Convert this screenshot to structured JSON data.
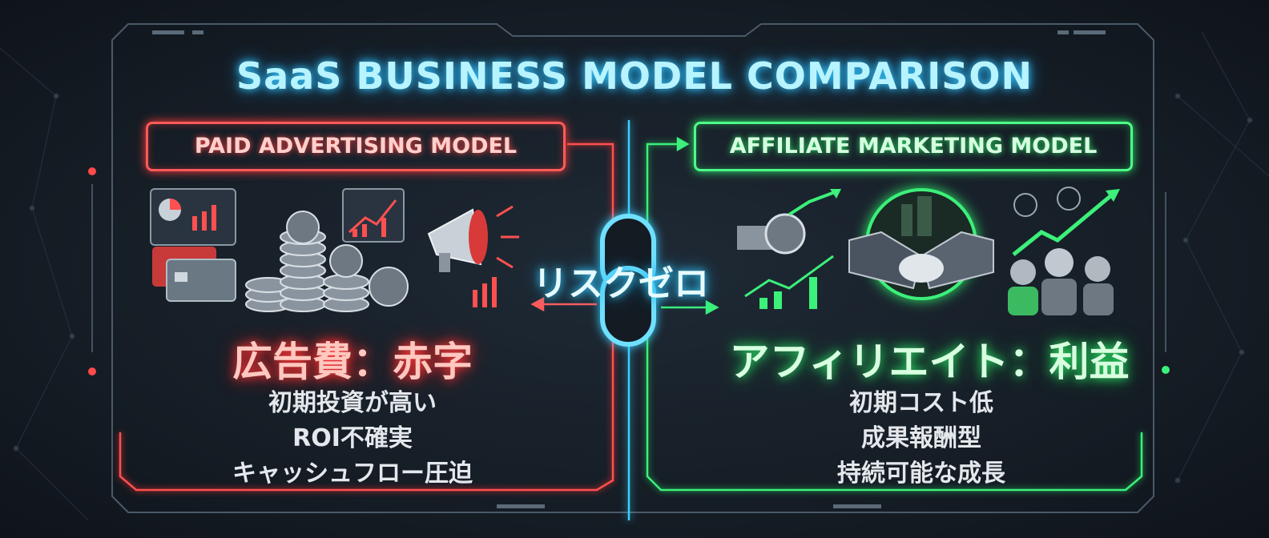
{
  "title": "SaaS BUSINESS MODEL COMPARISON",
  "center": {
    "badge": "リスクゼロ",
    "icon": "chain-link-icon"
  },
  "left": {
    "label": "PAID ADVERTISING MODEL",
    "headline": "広告費：赤字",
    "points": [
      "初期投資が高い",
      "ROI不確実",
      "キャッシュフロー圧迫"
    ],
    "icons": [
      "analytics-dashboard-icon",
      "credit-card-icon",
      "coin-stack-icon",
      "trend-chart-icon",
      "megaphone-icon"
    ],
    "accent": "#ff4a4a"
  },
  "right": {
    "label": "AFFILIATE MARKETING MODEL",
    "headline": "アフィリエイト：利益",
    "points": [
      "初期コスト低",
      "成果報酬型",
      "持続可能な成長"
    ],
    "icons": [
      "money-growth-chart-icon",
      "handshake-icon",
      "team-people-icon"
    ],
    "accent": "#3cf07a"
  },
  "colors": {
    "background": "#141b23",
    "title": "#b8f4ff",
    "divider": "#3ad0ff"
  }
}
